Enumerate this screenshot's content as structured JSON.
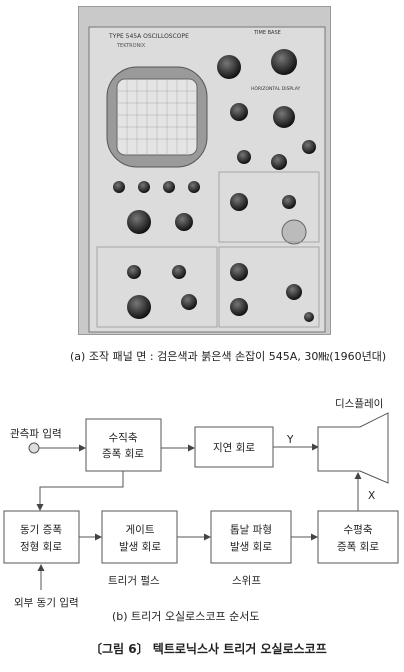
{
  "photo": {
    "model_text": "TYPE 545A OSCILLOSCOPE",
    "brand_text": "TEKTRONIX",
    "time_base_text": "TIME BASE",
    "horizontal_display_text": "HORIZONTAL DISPLAY"
  },
  "captions": {
    "a": "(a) 조작 패널 면 : 검은색과 붉은색 손잡이 545A, 30㎒(1960년대)",
    "b": "(b) 트리거 오실로스코프 순서도",
    "figure_title": "〔그림 6〕 텍트로닉스사 트리거 오실로스코프"
  },
  "diagram": {
    "input_label": "관측파 입력",
    "display_label": "디스플레이",
    "external_sync_label": "외부 동기 입력",
    "y_label": "Y",
    "x_label": "X",
    "trigger_pulse_label": "트리거 펄스",
    "sweep_label": "스위프",
    "blocks": {
      "vertical_line1": "수직축",
      "vertical_line2": "증폭 회로",
      "delay": "지연 회로",
      "sync_line1": "동기 증폭",
      "sync_line2": "정형 회로",
      "gate_line1": "게이트",
      "gate_line2": "발생 회로",
      "saw_line1": "톱날 파형",
      "saw_line2": "발생 회로",
      "horizontal_line1": "수평축",
      "horizontal_line2": "증폭 회로"
    }
  }
}
